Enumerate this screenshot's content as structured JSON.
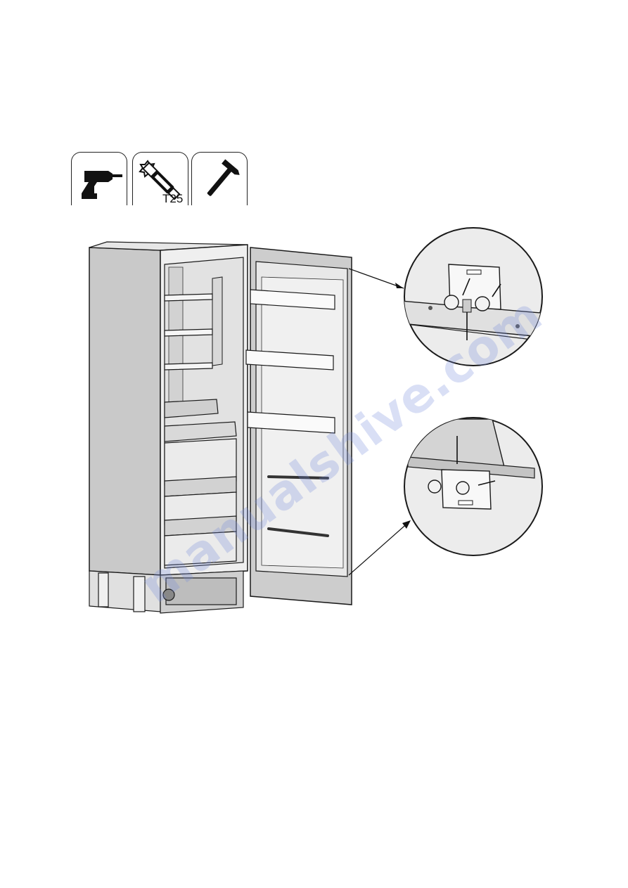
{
  "tools": [
    {
      "name": "cordless-drill",
      "icon": "drill-icon"
    },
    {
      "name": "torx-bit",
      "icon": "torx-bit-icon",
      "label": "T25"
    },
    {
      "name": "hammer",
      "icon": "hammer-icon"
    }
  ],
  "watermark": "manualshive.com",
  "colors": {
    "line": "#1a1a1a",
    "cabinet": "#d6d6d6",
    "interior": "#e4e4e4",
    "door": "#cfcfcf"
  }
}
